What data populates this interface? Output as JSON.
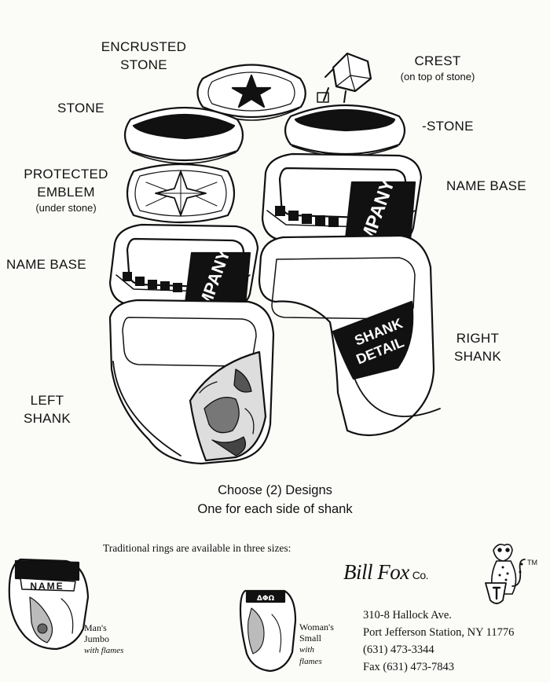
{
  "labels": {
    "encrusted_stone": [
      "ENCRUSTED",
      "STONE"
    ],
    "crest": "CREST",
    "crest_sub": "(on top of stone)",
    "stone_left": "STONE",
    "stone_right": "-STONE",
    "protected_emblem": [
      "PROTECTED",
      "EMBLEM"
    ],
    "protected_emblem_sub": "(under stone)",
    "name_base_right": "NAME BASE",
    "name_base_left": "NAME BASE",
    "right_shank": [
      "RIGHT",
      "SHANK"
    ],
    "left_shank": [
      "LEFT",
      "SHANK"
    ]
  },
  "ring_engravings": {
    "name_plate": "MPANY",
    "shank_detail": [
      "SHANK",
      "DETAIL"
    ]
  },
  "choose": {
    "line1": "Choose (2) Designs",
    "line2": "One for each side of shank"
  },
  "sizes_note": "Traditional rings are available in three sizes:",
  "sizes": [
    {
      "name": [
        "Man's",
        "Jumbo"
      ],
      "flames": "with flames",
      "plate": "NAME"
    },
    {
      "name": [
        "Woman's",
        "Small"
      ],
      "flames": [
        "with",
        "flames"
      ],
      "plate": "ΔΦΩ"
    }
  ],
  "company": {
    "logo": "Bill Fox",
    "suffix": "Co.",
    "tm": "TM",
    "address": [
      "310-8 Hallock Ave.",
      "Port Jefferson Station, NY 11776"
    ],
    "phone": "(631) 473-3344",
    "fax": "Fax (631) 473-7843"
  }
}
